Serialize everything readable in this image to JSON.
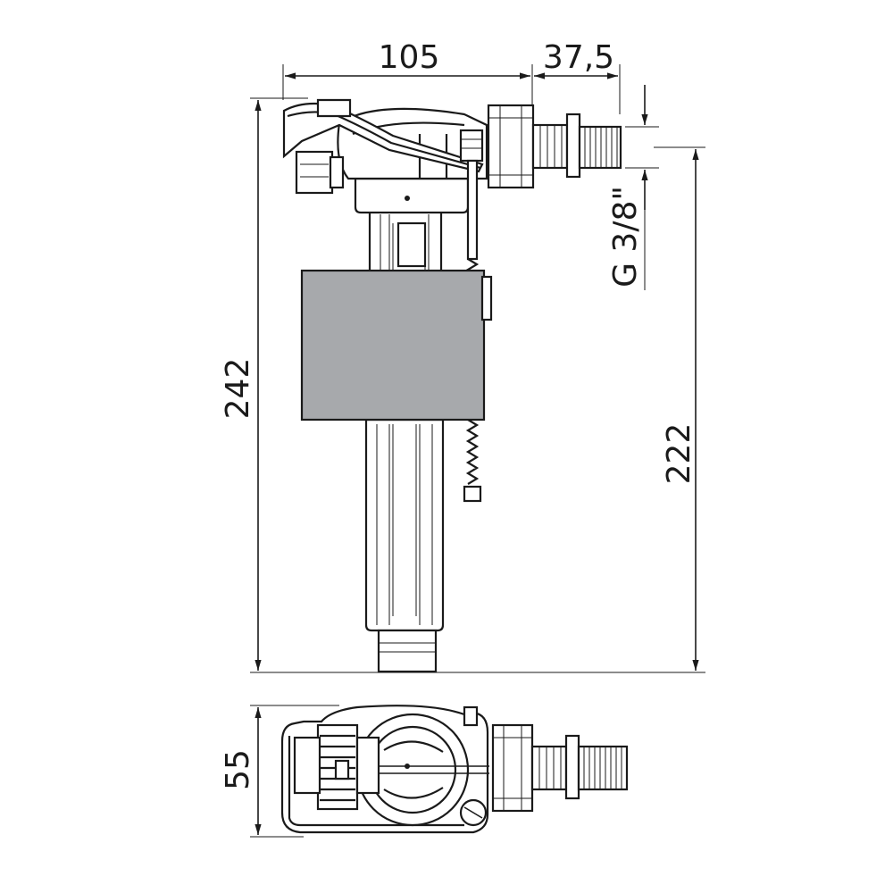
{
  "dimensions": {
    "width_body": "105",
    "width_inlet": "37,5",
    "height_total": "242",
    "height_inlet": "222",
    "depth": "55",
    "thread": "G 3/8\""
  },
  "colors": {
    "line": "#1a1a1a",
    "float": "#a7a9ac",
    "background": "#ffffff"
  }
}
